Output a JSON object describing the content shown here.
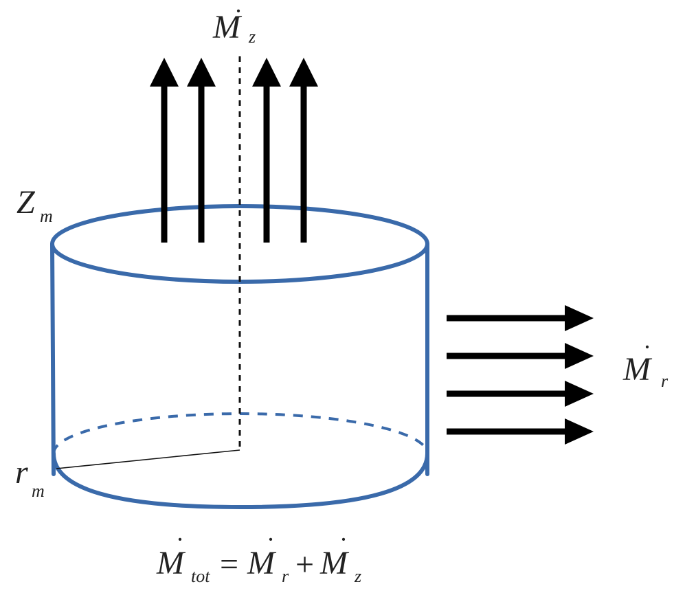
{
  "diagram": {
    "labels": {
      "top_flow": {
        "symbol": "M",
        "dot": "·",
        "subscript": "z"
      },
      "radial_flow": {
        "symbol": "M",
        "dot": "·",
        "subscript": "r"
      },
      "height": {
        "symbol": "Z",
        "subscript": "m"
      },
      "radius": {
        "symbol": "r",
        "subscript": "m"
      }
    },
    "equation": {
      "lhs_symbol": "M",
      "lhs_subscript": "tot",
      "equals": "=",
      "term1_symbol": "M",
      "term1_subscript": "r",
      "plus": "+",
      "term2_symbol": "M",
      "term2_subscript": "z",
      "dot": "·"
    },
    "arrows": {
      "vertical_count": 4,
      "horizontal_count": 4
    },
    "colors": {
      "cylinder": "#3a6aaa",
      "arrows": "#000000",
      "text": "#222222"
    }
  }
}
